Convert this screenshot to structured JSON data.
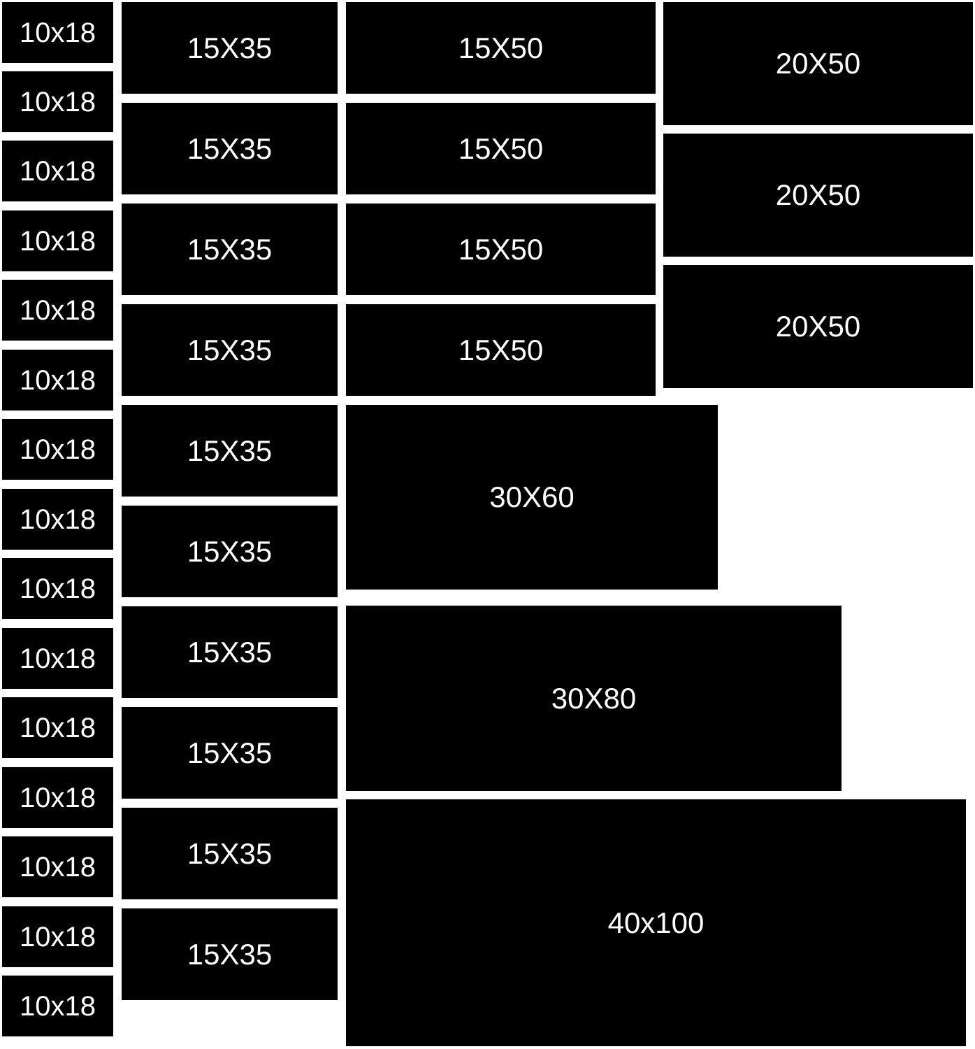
{
  "colors": {
    "background": "#ffffff",
    "block_fill": "#000000",
    "label_text": "#ffffff"
  },
  "column_10x18": {
    "items": [
      "10x18",
      "10x18",
      "10x18",
      "10x18",
      "10x18",
      "10x18",
      "10x18",
      "10x18",
      "10x18",
      "10x18",
      "10x18",
      "10x18",
      "10x18",
      "10x18",
      "10x18"
    ]
  },
  "column_15x35": {
    "items": [
      "15X35",
      "15X35",
      "15X35",
      "15X35",
      "15X35",
      "15X35",
      "15X35",
      "15X35",
      "15X35",
      "15X35"
    ]
  },
  "column_15x50": {
    "items": [
      "15X50",
      "15X50",
      "15X50",
      "15X50"
    ]
  },
  "column_20x50": {
    "items": [
      "20X50",
      "20X50",
      "20X50"
    ]
  },
  "large_blocks": {
    "block_30x60": "30X60",
    "block_30x80": "30X80",
    "block_40x100": "40x100"
  }
}
